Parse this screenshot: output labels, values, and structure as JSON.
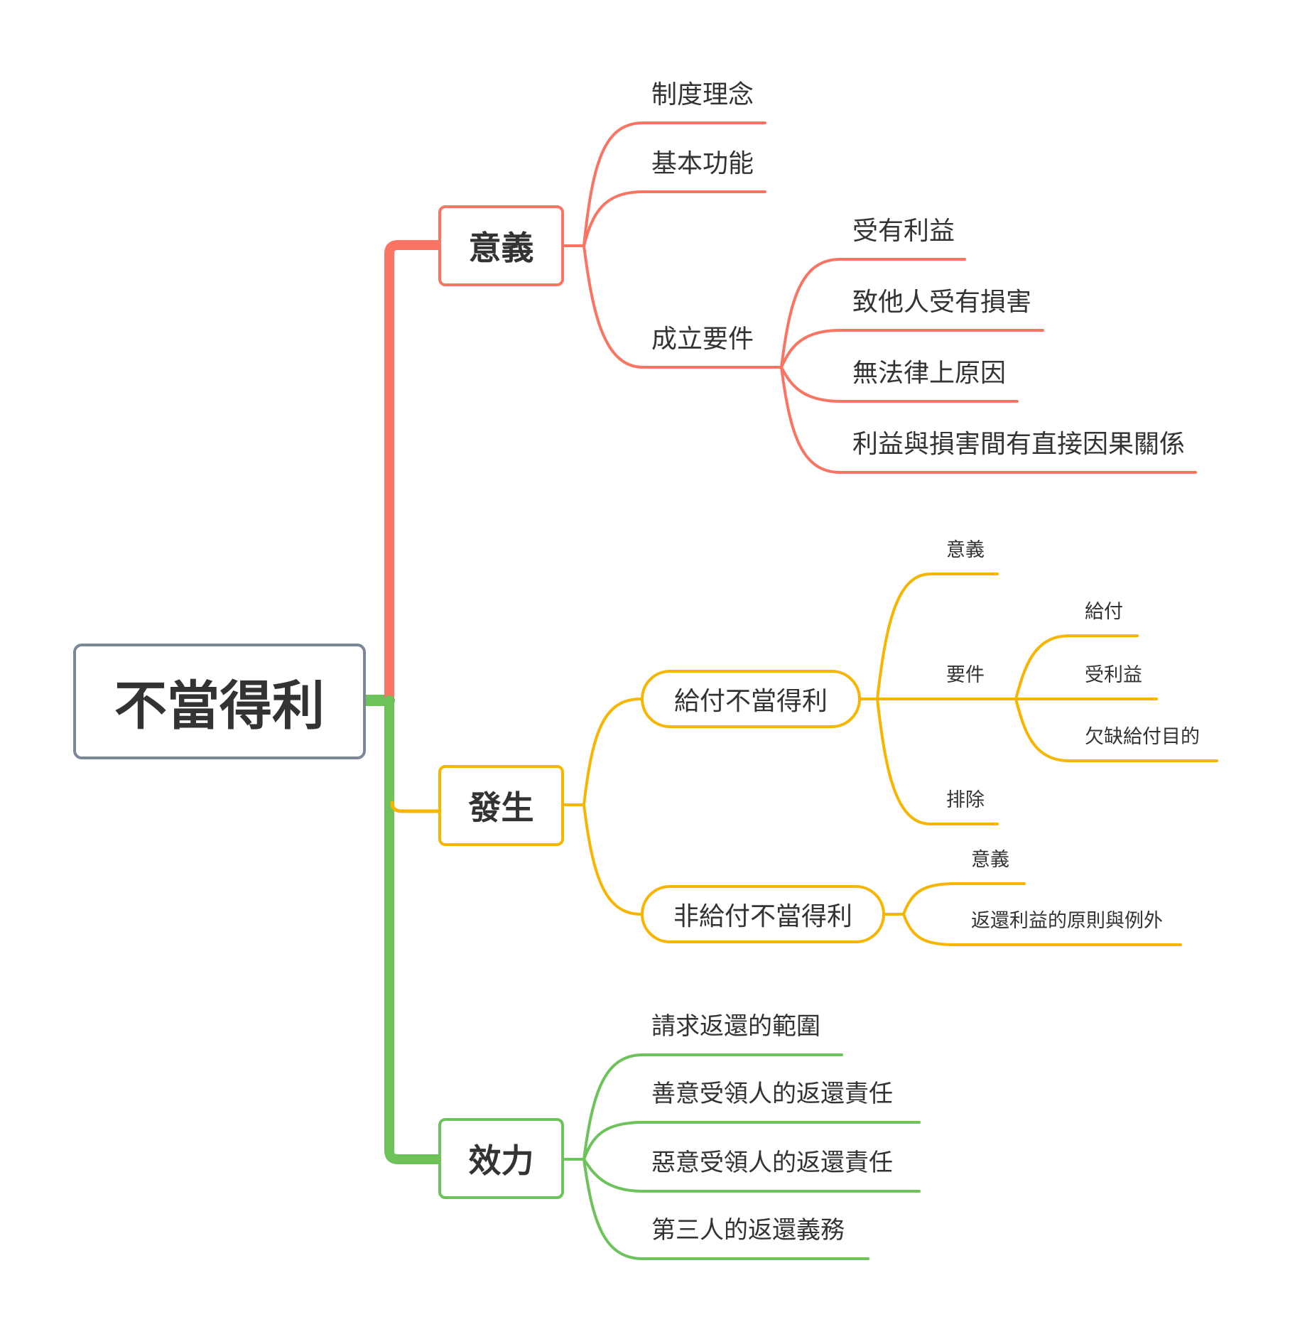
{
  "colors": {
    "meaning": "#f97462",
    "occurrence": "#f7b500",
    "effect": "#6dc25a",
    "root_border": "#7b8796"
  },
  "root": {
    "label": "不當得利"
  },
  "meaning": {
    "label": "意義",
    "items": [
      "制度理念",
      "基本功能",
      "成立要件"
    ],
    "requirements": [
      "受有利益",
      "致他人受有損害",
      "無法律上原因",
      "利益與損害間有直接因果關係"
    ]
  },
  "occurrence": {
    "label": "發生",
    "performance": {
      "label": "給付不當得利",
      "items": [
        "意義",
        "要件",
        "排除"
      ],
      "requirements": [
        "給付",
        "受利益",
        "欠缺給付目的"
      ]
    },
    "non_performance": {
      "label": "非給付不當得利",
      "items": [
        "意義",
        "返還利益的原則與例外"
      ]
    }
  },
  "effect": {
    "label": "效力",
    "items": [
      "請求返還的範圍",
      "善意受領人的返還責任",
      "惡意受領人的返還責任",
      "第三人的返還義務"
    ]
  }
}
